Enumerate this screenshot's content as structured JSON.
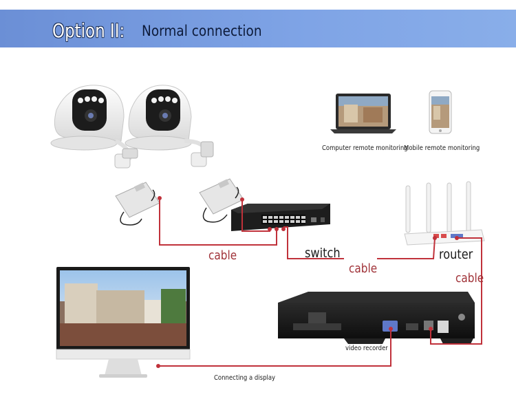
{
  "banner": {
    "option": "Option II:",
    "subtitle": "Normal connection"
  },
  "labels": {
    "computer": "Computer remote monitoring",
    "mobile": "Mobile remote monitoring",
    "cable_1": "cable",
    "cable_2": "cable",
    "cable_3": "cable",
    "switch": "switch",
    "router": "router",
    "recorder": "video recorder",
    "display": "Connecting a display"
  },
  "colors": {
    "banner": "#7fa4e6",
    "cable_line": "#c0313a",
    "cable_text": "#a03238"
  }
}
